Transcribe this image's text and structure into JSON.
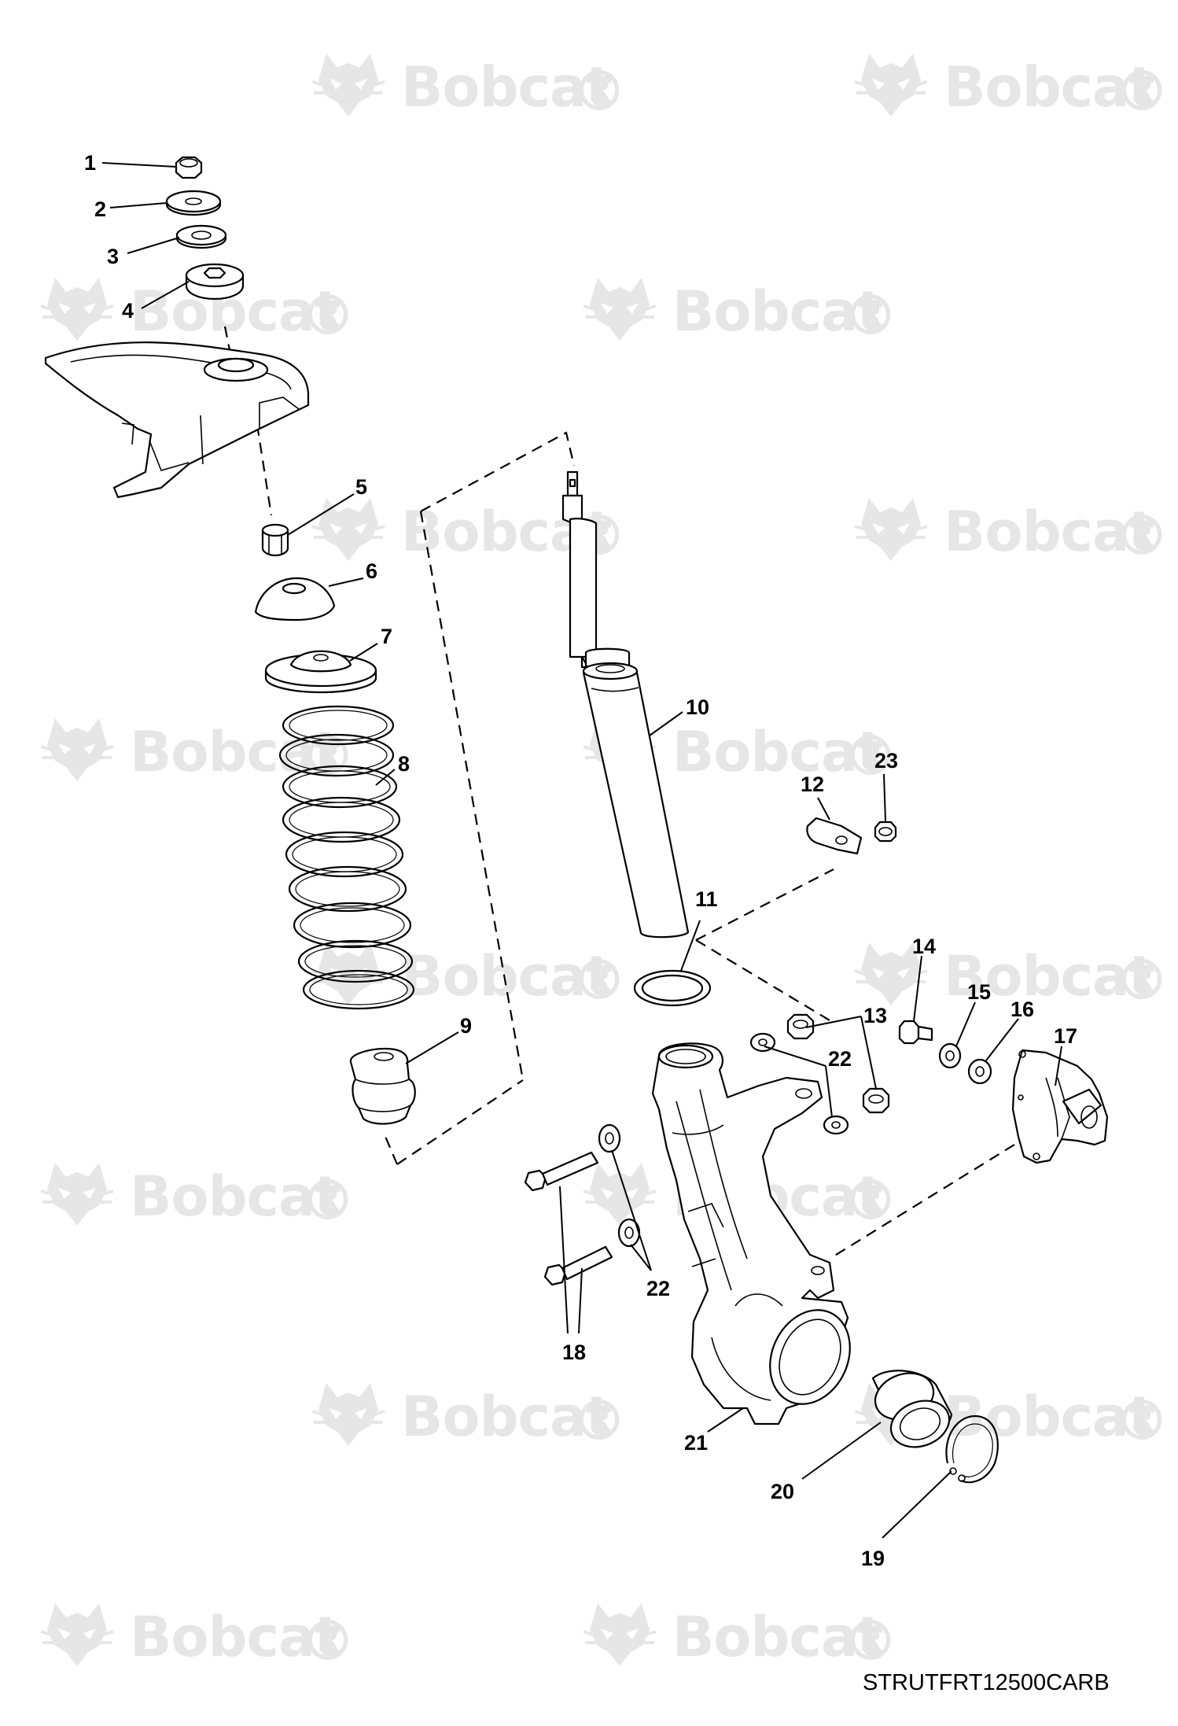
{
  "brand": {
    "watermark_text": "Bobcat",
    "watermark_mark": "®",
    "watermark_color": "#e6e6e6"
  },
  "drawing_code": "STRUTFRT12500CARB",
  "callouts": [
    {
      "id": "1",
      "label": "1"
    },
    {
      "id": "2",
      "label": "2"
    },
    {
      "id": "3",
      "label": "3"
    },
    {
      "id": "4",
      "label": "4"
    },
    {
      "id": "5",
      "label": "5"
    },
    {
      "id": "6",
      "label": "6"
    },
    {
      "id": "7",
      "label": "7"
    },
    {
      "id": "8",
      "label": "8"
    },
    {
      "id": "9",
      "label": "9"
    },
    {
      "id": "10",
      "label": "10"
    },
    {
      "id": "11",
      "label": "11"
    },
    {
      "id": "12",
      "label": "12"
    },
    {
      "id": "13",
      "label": "13"
    },
    {
      "id": "14",
      "label": "14"
    },
    {
      "id": "15",
      "label": "15"
    },
    {
      "id": "16",
      "label": "16"
    },
    {
      "id": "17",
      "label": "17"
    },
    {
      "id": "18",
      "label": "18"
    },
    {
      "id": "19",
      "label": "19"
    },
    {
      "id": "20",
      "label": "20"
    },
    {
      "id": "21",
      "label": "21"
    },
    {
      "id": "22a",
      "label": "22"
    },
    {
      "id": "22b",
      "label": "22"
    },
    {
      "id": "23",
      "label": "23"
    }
  ]
}
